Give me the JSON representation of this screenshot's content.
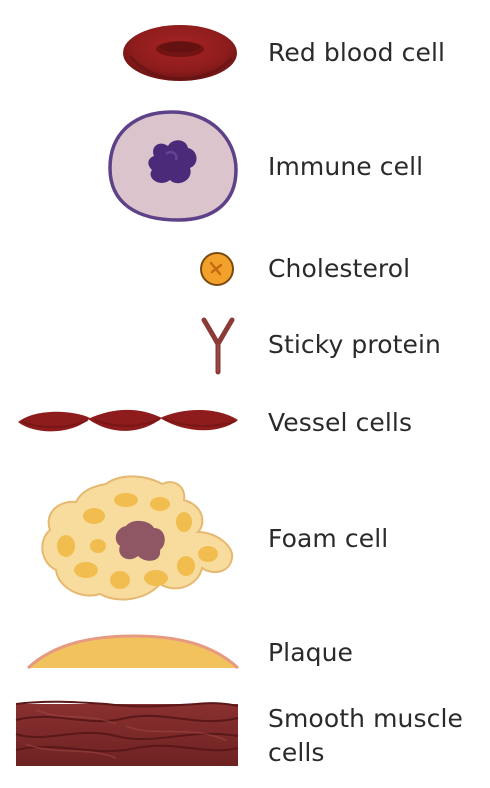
{
  "legend": {
    "items": [
      {
        "icon": "red-blood-cell-icon",
        "label": "Red blood cell"
      },
      {
        "icon": "immune-cell-icon",
        "label": "Immune cell"
      },
      {
        "icon": "cholesterol-icon",
        "label": "Cholesterol"
      },
      {
        "icon": "sticky-protein-icon",
        "label": "Sticky protein"
      },
      {
        "icon": "vessel-cells-icon",
        "label": "Vessel cells"
      },
      {
        "icon": "foam-cell-icon",
        "label": "Foam cell"
      },
      {
        "icon": "plaque-icon",
        "label": "Plaque"
      },
      {
        "icon": "smooth-muscle-cells-icon",
        "label": "Smooth muscle\ncells"
      }
    ]
  },
  "colors": {
    "red_blood_cell": "#8e1c1c",
    "immune_membrane": "#5d4189",
    "immune_cytoplasm": "#dcc4cc",
    "immune_nucleus": "#4b2a7a",
    "cholesterol": "#f2a22a",
    "sticky_protein": "#8a3a37",
    "vessel_cell": "#8e1c1c",
    "foam_body": "#f8dc9e",
    "foam_lipid": "#f0bd4e",
    "foam_nucleus": "#8e5763",
    "plaque_fill": "#f2c35c",
    "plaque_edge": "#e79a82",
    "smooth_muscle": "#7b2a2a",
    "text": "#2a2a2a"
  }
}
